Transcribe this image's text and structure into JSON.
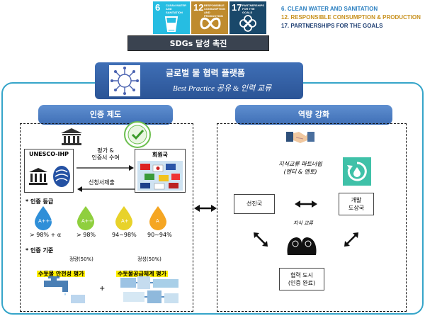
{
  "sdg": {
    "tiles": [
      {
        "num": "6",
        "label": "CLEAN WATER AND SANITATION",
        "color": "#26bde2"
      },
      {
        "num": "12",
        "label": "RESPONSIBLE CONSUMPTION AND PRODUCTION",
        "color": "#bf8b2e"
      },
      {
        "num": "17",
        "label": "PARTNERSHIPS FOR THE GOALS",
        "color": "#19486a"
      }
    ],
    "legend": [
      {
        "text": "6. CLEAN WATER AND SANITATION",
        "color": "#2a7fc0"
      },
      {
        "text": "12. RESPONSIBLE CONSUMPTION & PRODUCTION",
        "color": "#c8911e"
      },
      {
        "text": "17. PARTNERSHIPS FOR THE GOALS",
        "color": "#1e3f73"
      }
    ]
  },
  "banner": "SDGs 달성 촉진",
  "platform": {
    "title": "글로벌 물 협력 플랫폼",
    "subtitle": "Best Practice 공유 & 인력 교류"
  },
  "left": {
    "header": "인증 제도",
    "org": "UNESCO-IHP",
    "member": "회원국",
    "arrow_top": "평가 &\n인증서 수여",
    "arrow_bottom": "신청서제출",
    "grade_title": "인증 등급",
    "grades": [
      {
        "label": "A+++",
        "range": "> 98% + α",
        "color": "#2f8fd8"
      },
      {
        "label": "A++",
        "range": "> 98%",
        "color": "#8fcf3e"
      },
      {
        "label": "A+",
        "range": "94~98%",
        "color": "#e8d22a"
      },
      {
        "label": "A",
        "range": "90~94%",
        "color": "#f5a623"
      }
    ],
    "criteria_title": "인증 기준",
    "criteria": [
      {
        "tag": "정량(50%)",
        "name": "수돗물 안전성 평가"
      },
      {
        "tag": "정성(50%)",
        "name": "수돗물공급체계 평가"
      }
    ],
    "plus": "+"
  },
  "right": {
    "header": "역량 강화",
    "partner": "지식교류 파트너쉽\n(멘티 & 멘토)",
    "advanced": "선진국",
    "developing": "개발\n도상국",
    "exchange": "지식 교류",
    "city": "협력 도시\n(인증 완료)"
  },
  "colors": {
    "accent": "#3f6fb6",
    "border": "#36a5c9"
  }
}
